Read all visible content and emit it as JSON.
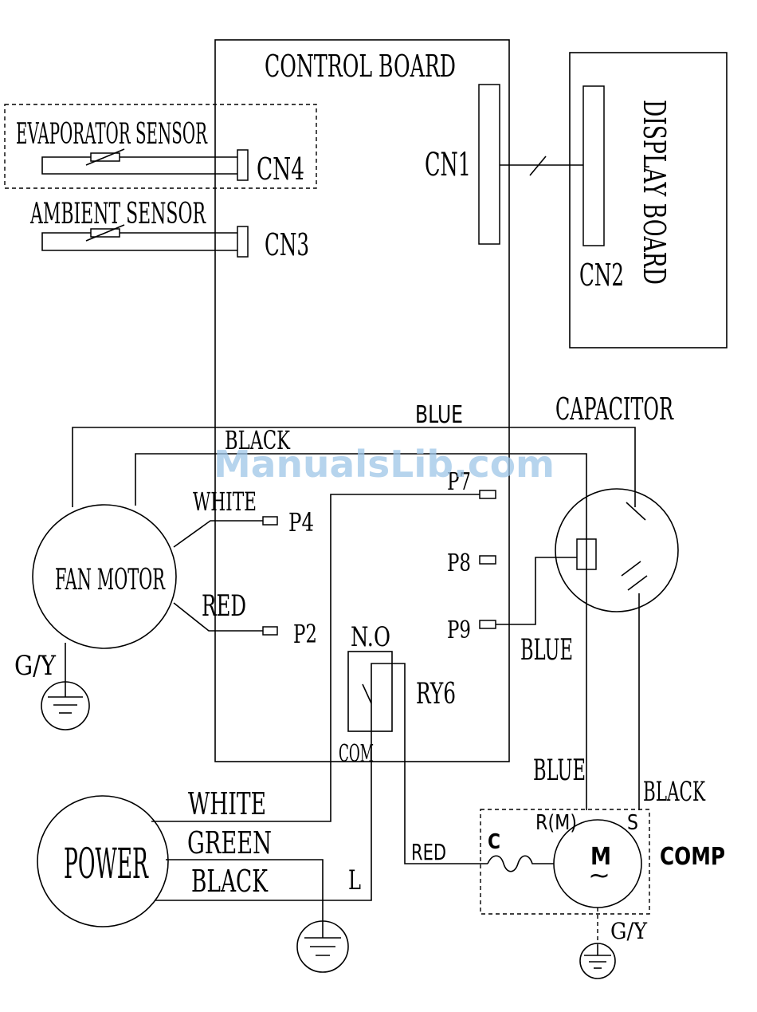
{
  "labels": {
    "control_board": "CONTROL BOARD",
    "display_board": "DISPLAY BOARD",
    "cn1": "CN1",
    "cn2": "CN2",
    "cn3": "CN3",
    "cn4": "CN4",
    "evaporator_sensor": "EVAPORATOR SENSOR",
    "ambient_sensor": "AMBIENT SENSOR",
    "capacitor": "CAPACITOR",
    "fan_motor": "FAN MOTOR",
    "power": "POWER",
    "comp": "COMP",
    "motor_m": "M",
    "motor_tilde": "~",
    "p2": "P2",
    "p4": "P4",
    "p7": "P7",
    "p8": "P8",
    "p9": "P9",
    "no": "N.O",
    "com": "COM",
    "ry6": "RY6",
    "l": "L",
    "c": "C",
    "rm": "R(M)",
    "s": "S",
    "gy_fan": "G/Y",
    "gy_comp": "G/Y"
  },
  "wire_labels": {
    "blue_top": "BLUE",
    "black_top": "BLACK",
    "white_fan": "WHITE",
    "red_fan": "RED",
    "blue_p9": "BLUE",
    "blue_comp": "BLUE",
    "black_comp": "BLACK",
    "white_power": "WHITE",
    "green_power": "GREEN",
    "black_power": "BLACK",
    "red_comp": "RED"
  },
  "watermark": "ManualsLib.com"
}
